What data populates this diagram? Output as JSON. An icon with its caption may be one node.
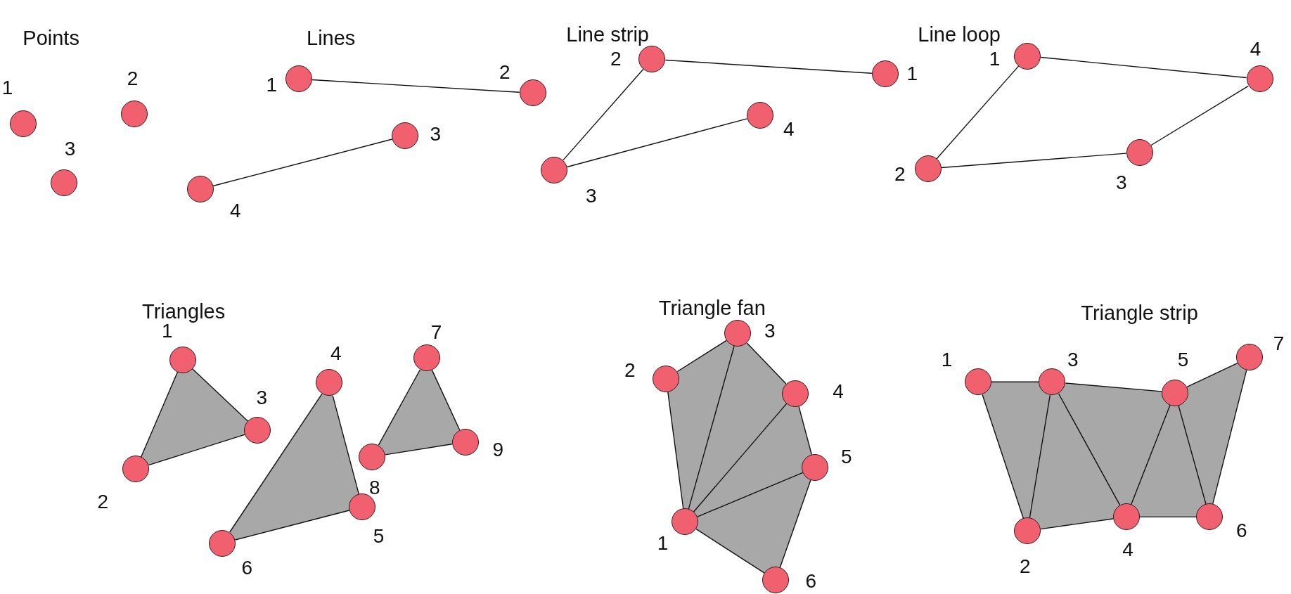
{
  "diagram": {
    "nodes": [
      {
        "text": [],
        "shape": "circle",
        "beside": [
          "1"
        ]
      },
      {
        "text": [],
        "shape": "circle",
        "beside": [
          "2"
        ]
      },
      {
        "text": [],
        "shape": "circle",
        "beside": [
          "3"
        ]
      },
      {
        "text": [],
        "shape": "circle",
        "beside": [
          "1"
        ]
      },
      {
        "text": [],
        "shape": "circle",
        "beside": [
          "2"
        ]
      },
      {
        "text": [],
        "shape": "circle",
        "beside": [
          "3"
        ]
      },
      {
        "text": [],
        "shape": "circle",
        "beside": [
          "4"
        ]
      },
      {
        "text": [],
        "shape": "circle",
        "beside": [
          "1"
        ]
      },
      {
        "text": [],
        "shape": "circle",
        "beside": [
          "2"
        ]
      },
      {
        "text": [],
        "shape": "circle",
        "beside": [
          "3"
        ]
      },
      {
        "text": [],
        "shape": "circle",
        "beside": [
          "4"
        ]
      },
      {
        "text": [],
        "shape": "circle",
        "beside": [
          "1"
        ]
      },
      {
        "text": [],
        "shape": "circle",
        "beside": [
          "2"
        ]
      },
      {
        "text": [],
        "shape": "circle",
        "beside": [
          "3"
        ]
      },
      {
        "text": [],
        "shape": "circle",
        "beside": [
          "4"
        ]
      },
      {
        "text": [],
        "shape": "circle",
        "beside": [
          "1"
        ]
      },
      {
        "text": [],
        "shape": "circle",
        "beside": [
          "2"
        ]
      },
      {
        "text": [],
        "shape": "circle",
        "beside": [
          "3"
        ]
      },
      {
        "text": [],
        "shape": "circle",
        "beside": [
          "4"
        ]
      },
      {
        "text": [],
        "shape": "circle",
        "beside": [
          "5"
        ]
      },
      {
        "text": [],
        "shape": "circle",
        "beside": [
          "6"
        ]
      },
      {
        "text": [],
        "shape": "circle",
        "beside": [
          "7"
        ]
      },
      {
        "text": [],
        "shape": "circle",
        "beside": [
          "8"
        ]
      },
      {
        "text": [],
        "shape": "circle",
        "beside": [
          "9"
        ]
      },
      {
        "text": [],
        "shape": "circle",
        "beside": [
          "1"
        ]
      },
      {
        "text": [],
        "shape": "circle",
        "beside": [
          "2"
        ]
      },
      {
        "text": [],
        "shape": "circle",
        "beside": [
          "3"
        ]
      },
      {
        "text": [],
        "shape": "circle",
        "beside": [
          "4"
        ]
      },
      {
        "text": [],
        "shape": "circle",
        "beside": [
          "5"
        ]
      },
      {
        "text": [],
        "shape": "circle",
        "beside": [
          "6"
        ]
      },
      {
        "text": [],
        "shape": "circle",
        "beside": [
          "1"
        ]
      },
      {
        "text": [],
        "shape": "circle",
        "beside": [
          "2"
        ]
      },
      {
        "text": [],
        "shape": "circle",
        "beside": [
          "3"
        ]
      },
      {
        "text": [],
        "shape": "circle",
        "beside": [
          "4"
        ]
      },
      {
        "text": [],
        "shape": "circle",
        "beside": [
          "5"
        ]
      },
      {
        "text": [],
        "shape": "circle",
        "beside": [
          "6"
        ]
      },
      {
        "text": [],
        "shape": "circle",
        "beside": [
          "7"
        ]
      }
    ],
    "edges": [
      {
        "from": 3,
        "to": 4,
        "arrow": "none"
      },
      {
        "from": 5,
        "to": 6,
        "arrow": "none"
      },
      {
        "from": 7,
        "to": 8,
        "arrow": "none"
      },
      {
        "from": 8,
        "to": 9,
        "arrow": "none"
      },
      {
        "from": 9,
        "to": 10,
        "arrow": "none"
      },
      {
        "from": 11,
        "to": 12,
        "arrow": "none"
      },
      {
        "from": 12,
        "to": 13,
        "arrow": "none"
      },
      {
        "from": 13,
        "to": 14,
        "arrow": "none"
      },
      {
        "from": 14,
        "to": 11,
        "arrow": "none"
      },
      {
        "from": 15,
        "to": 16,
        "arrow": "none"
      },
      {
        "from": 16,
        "to": 17,
        "arrow": "none"
      },
      {
        "from": 17,
        "to": 15,
        "arrow": "none"
      },
      {
        "from": 18,
        "to": 19,
        "arrow": "none"
      },
      {
        "from": 19,
        "to": 20,
        "arrow": "none"
      },
      {
        "from": 20,
        "to": 18,
        "arrow": "none"
      },
      {
        "from": 21,
        "to": 22,
        "arrow": "none"
      },
      {
        "from": 22,
        "to": 23,
        "arrow": "none"
      },
      {
        "from": 23,
        "to": 21,
        "arrow": "none"
      },
      {
        "from": 24,
        "to": 25,
        "arrow": "none"
      },
      {
        "from": 24,
        "to": 26,
        "arrow": "none"
      },
      {
        "from": 24,
        "to": 27,
        "arrow": "none"
      },
      {
        "from": 24,
        "to": 28,
        "arrow": "none"
      },
      {
        "from": 24,
        "to": 29,
        "arrow": "none"
      },
      {
        "from": 25,
        "to": 26,
        "arrow": "none"
      },
      {
        "from": 26,
        "to": 27,
        "arrow": "none"
      },
      {
        "from": 27,
        "to": 28,
        "arrow": "none"
      },
      {
        "from": 28,
        "to": 29,
        "arrow": "none"
      },
      {
        "from": 30,
        "to": 31,
        "arrow": "none"
      },
      {
        "from": 30,
        "to": 32,
        "arrow": "none"
      },
      {
        "from": 31,
        "to": 32,
        "arrow": "none"
      },
      {
        "from": 31,
        "to": 33,
        "arrow": "none"
      },
      {
        "from": 32,
        "to": 33,
        "arrow": "none"
      },
      {
        "from": 32,
        "to": 34,
        "arrow": "none"
      },
      {
        "from": 33,
        "to": 34,
        "arrow": "none"
      },
      {
        "from": 33,
        "to": 35,
        "arrow": "none"
      },
      {
        "from": 34,
        "to": 35,
        "arrow": "none"
      },
      {
        "from": 34,
        "to": 36,
        "arrow": "none"
      },
      {
        "from": 35,
        "to": 36,
        "arrow": "none"
      }
    ],
    "labels": [
      "Points",
      "Lines",
      "Line strip",
      "Line loop",
      "Triangles",
      "Triangle fan",
      "Triangle strip"
    ]
  }
}
